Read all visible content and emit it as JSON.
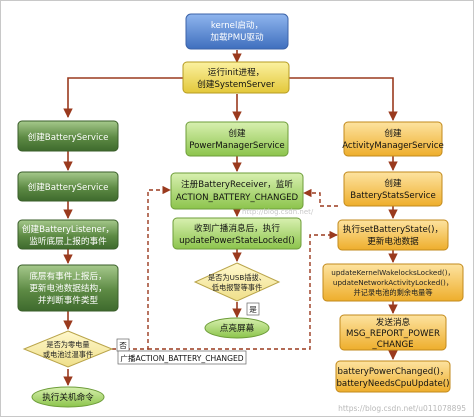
{
  "nodes": {
    "kernel": [
      "kernel启动，",
      "加载PMU驱动"
    ],
    "init": [
      "运行init进程，",
      "创建SystemServer"
    ],
    "bs_create1": [
      "创建BatteryService"
    ],
    "bs_create2": [
      "创建BatteryService"
    ],
    "bs_listener": [
      "创建BatteryListener，",
      "监听底层上报的事件"
    ],
    "bs_report": [
      "底层有事件上报后，",
      "更新电池数据结构，",
      "并判断事件类型"
    ],
    "bs_decision": [
      "是否为零电量",
      "或电池过温事件"
    ],
    "shutdown": [
      "执行关机命令"
    ],
    "pms_create": [
      "创建",
      "PowerManagerService"
    ],
    "pms_register": [
      "注册BatteryReceiver，监听",
      "ACTION_BATTERY_CHANGED"
    ],
    "pms_receive": [
      "收到广播消息后，执行",
      "updatePowerStateLocked()"
    ],
    "pms_decision": [
      "是否为USB插拔、",
      "低电报警等事件"
    ],
    "screen_on": [
      "点亮屏幕"
    ],
    "ams_create": [
      "创建",
      "ActivityManagerService"
    ],
    "bss_create": [
      "创建",
      "BatteryStatsService"
    ],
    "set_battery_state": [
      "执行setBatteryState()，",
      "更新电池数据"
    ],
    "update_locked": [
      "updateKernelWakelocksLocked()，",
      "updateNetworkActivityLocked()，",
      "并记录电池的剩余电量等"
    ],
    "send_msg": [
      "发送消息",
      "MSG_REPORT_POWER",
      "_CHANGE"
    ],
    "battery_changed": [
      "batteryPowerChanged()，",
      "batteryNeedsCpuUpdate()"
    ]
  },
  "edge_labels": {
    "no_label": "否",
    "yes_label": "是",
    "broadcast_label": "广播ACTION_BATTERY_CHANGED"
  },
  "watermark": "http://blog.csdn.net/",
  "footer_watermark": "https://blog.csdn.net/u011078895",
  "colors": {
    "top_fill": "#4a7cc8",
    "init_fill": "#ecd84a",
    "green_fill": "#4e7a3b",
    "light_green_fill": "#9ccf5d",
    "orange_fill": "#f0b73b",
    "diamond_fill": "#f3e8a0",
    "arrow_red": "#9a3a1e"
  }
}
